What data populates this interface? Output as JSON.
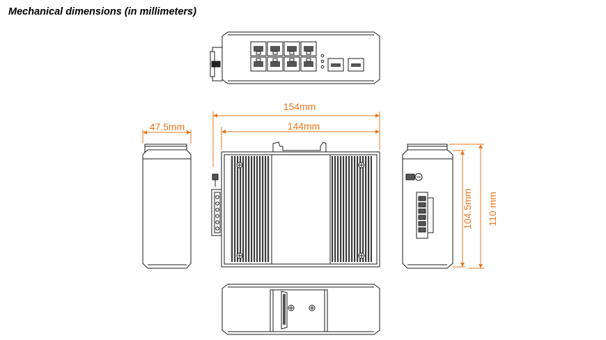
{
  "heading": "Mechanical dimensions (in millimeters)",
  "dimensions": {
    "overall_width": "154mm",
    "body_width": "144mm",
    "depth": "47.5mm",
    "body_height": "104.5mm",
    "overall_height": "110 mm"
  },
  "colors": {
    "dimension": "#e8761f",
    "outline": "#1a1a1a",
    "fins": "#333333"
  },
  "views": [
    "top-view",
    "left-side-view",
    "front-view",
    "right-side-view",
    "bottom-view"
  ]
}
